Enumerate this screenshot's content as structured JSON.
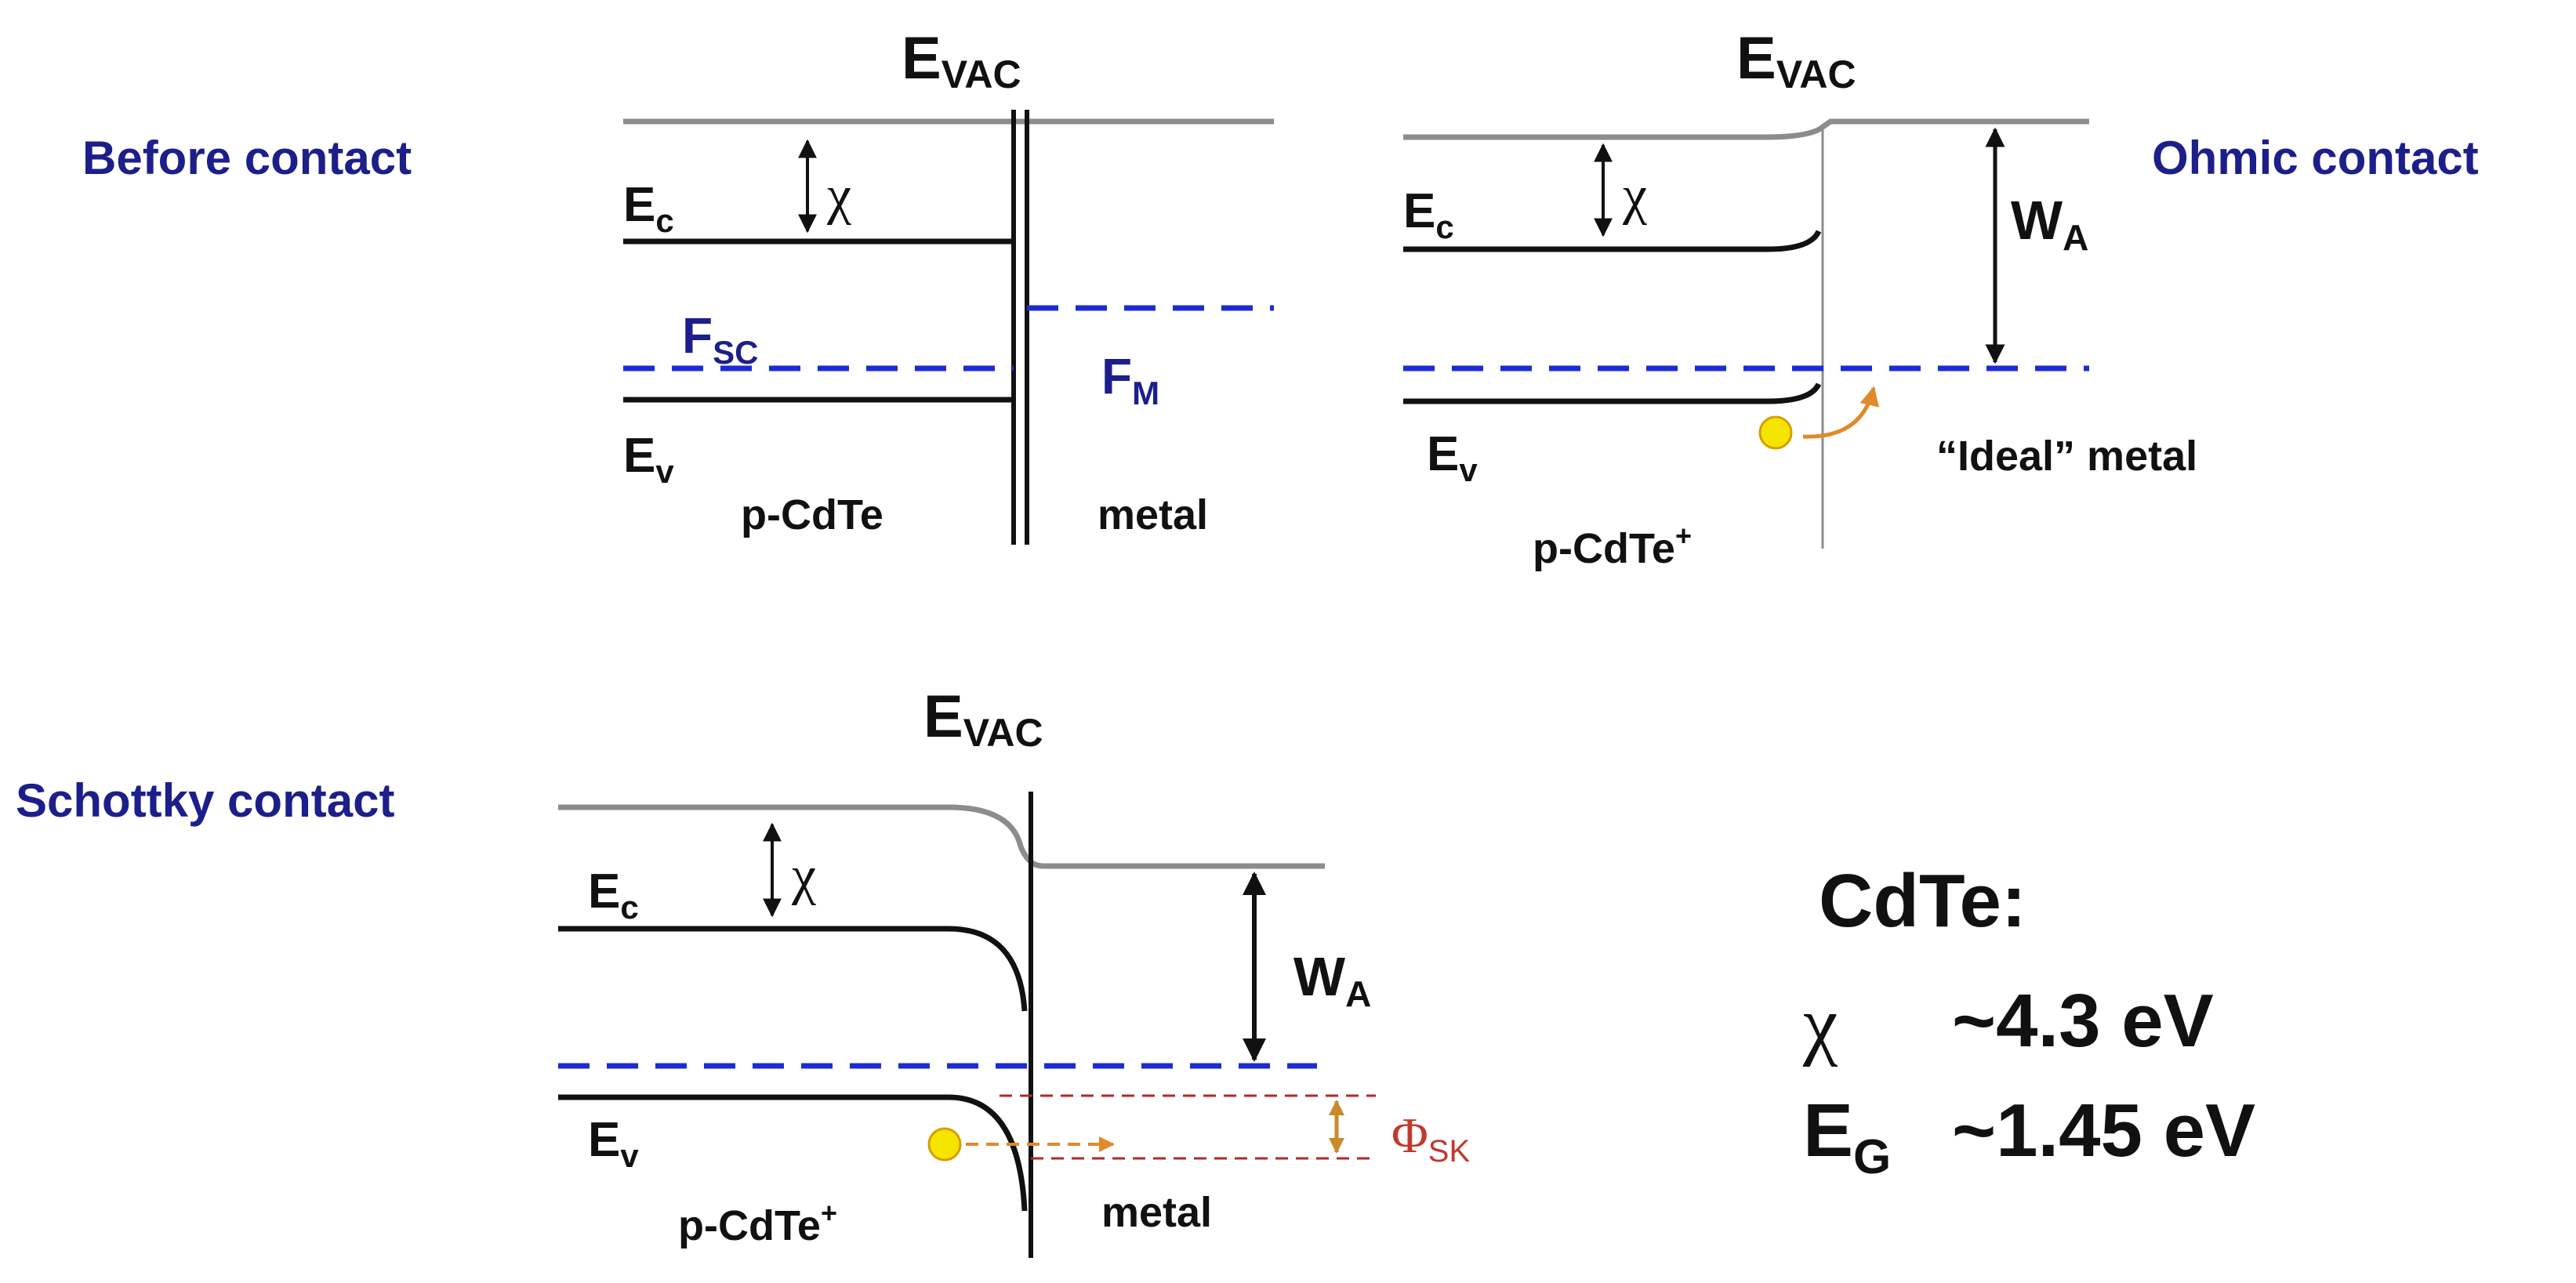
{
  "panels": {
    "before": {
      "title": "Before contact",
      "evac": {
        "main": "E",
        "sub": "VAC"
      },
      "ec": {
        "main": "E",
        "sub": "c"
      },
      "ev": {
        "main": "E",
        "sub": "v"
      },
      "chi": "χ",
      "fsc": {
        "main": "F",
        "sub": "SC"
      },
      "fm": {
        "main": "F",
        "sub": "M"
      },
      "semi": "p-CdTe",
      "metal": "metal"
    },
    "ohmic": {
      "title": "Ohmic contact",
      "evac": {
        "main": "E",
        "sub": "VAC"
      },
      "ec": {
        "main": "E",
        "sub": "c"
      },
      "ev": {
        "main": "E",
        "sub": "v"
      },
      "chi": "χ",
      "wa": {
        "main": "W",
        "sub": "A"
      },
      "metal": "“Ideal” metal",
      "semi": {
        "main": "p-CdTe",
        "sup": "+"
      }
    },
    "schottky": {
      "title": "Schottky contact",
      "evac": {
        "main": "E",
        "sub": "VAC"
      },
      "ec": {
        "main": "E",
        "sub": "c"
      },
      "ev": {
        "main": "E",
        "sub": "v"
      },
      "chi": "χ",
      "wa": {
        "main": "W",
        "sub": "A"
      },
      "phi": {
        "main": "Φ",
        "sub": "SK"
      },
      "semi": {
        "main": "p-CdTe",
        "sup": "+"
      },
      "metal": "metal"
    }
  },
  "properties": {
    "heading": "CdTe:",
    "chi": {
      "symbol": "χ",
      "value": "~4.3 eV"
    },
    "eg": {
      "symbol": {
        "main": "E",
        "sub": "G"
      },
      "value": "~1.45 eV"
    }
  },
  "colors": {
    "vacuum_level": "#8c8c8c",
    "band": "#111111",
    "fermi": "#1c2bd6",
    "label_blue": "#1c1f8a",
    "barrier": "#b02a2a",
    "hole": "#f5e400",
    "arrow_orange": "#e08a2a"
  }
}
